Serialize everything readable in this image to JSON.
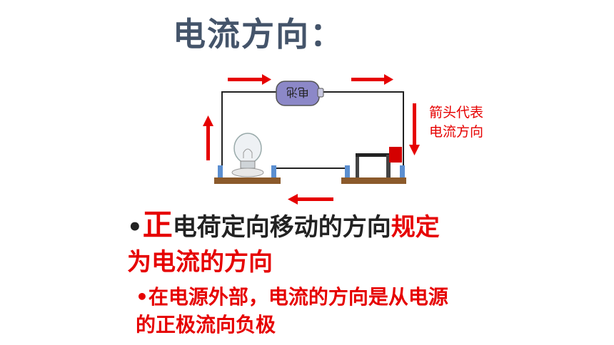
{
  "slide": {
    "title": "电流方向：",
    "diagram_note_line1": "箭头代表",
    "diagram_note_line2": "电流方向",
    "battery_label": "电池",
    "point1": {
      "bullet": "•",
      "positive": "正",
      "middle": "电荷定向移动的方向",
      "rule": "规定",
      "line2": "为电流的方向"
    },
    "point2": {
      "line1": "•在电源外部，电流的方向是从电源",
      "line2": "的正极流向负极"
    }
  },
  "colors": {
    "title": "#44546a",
    "accent_red": "#e60000",
    "battery": "#8c88c8"
  }
}
